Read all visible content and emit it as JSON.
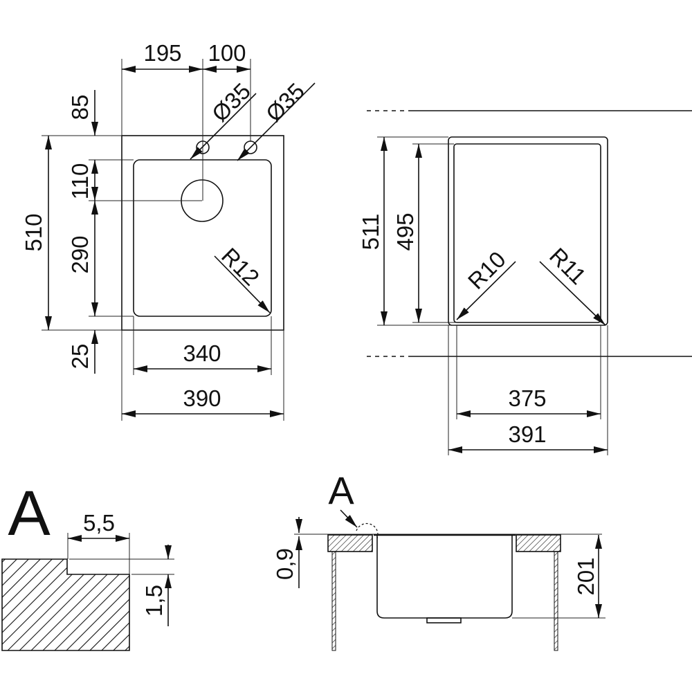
{
  "top_view": {
    "dims": {
      "d195": "195",
      "d100": "100",
      "hole1": "Ø35",
      "hole2": "Ø35",
      "d85": "85",
      "d110": "110",
      "d290": "290",
      "d25": "25",
      "d510": "510",
      "d340": "340",
      "d390": "390",
      "r12": "R12"
    }
  },
  "bowl_view": {
    "dims": {
      "d511": "511",
      "d495": "495",
      "r10": "R10",
      "r11": "R11",
      "d375": "375",
      "d391": "391"
    }
  },
  "detail_a": {
    "label": "A",
    "dims": {
      "d5_5": "5,5",
      "d1_5": "1,5"
    }
  },
  "section_view": {
    "label": "A",
    "dims": {
      "d0_9": "0,9",
      "d201": "201"
    }
  },
  "colors": {
    "line": "#111111",
    "background": "#ffffff"
  }
}
